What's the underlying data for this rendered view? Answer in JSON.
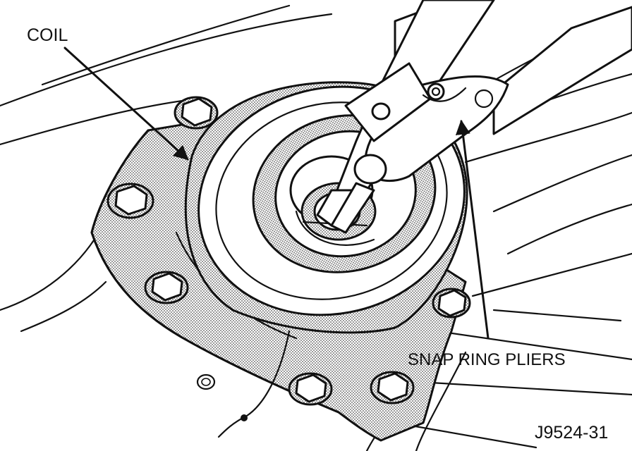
{
  "labels": {
    "coil": "COIL",
    "snap_ring_pliers": "SNAP RING PLIERS",
    "figure_id": "J9524-31"
  },
  "colors": {
    "ink": "#111111",
    "background": "#ffffff"
  }
}
